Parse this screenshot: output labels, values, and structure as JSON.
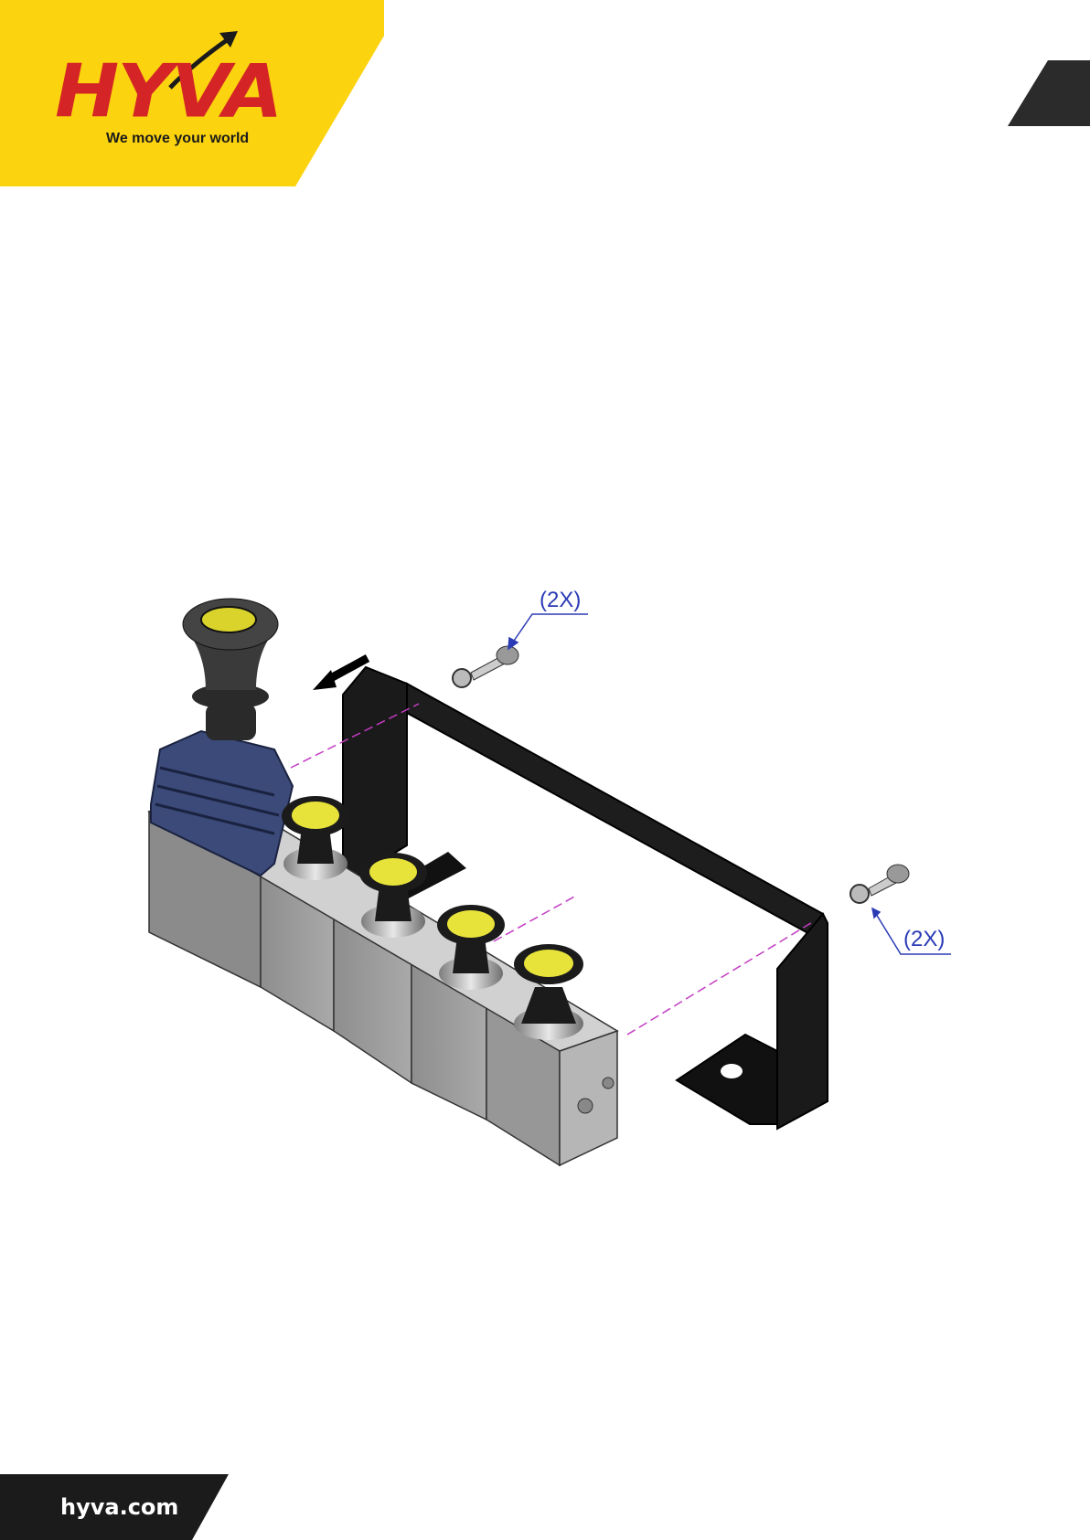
{
  "brand": {
    "name": "HYVA",
    "registered_mark": "®",
    "tagline": "We move your world",
    "colors": {
      "yellow": "#fcd30f",
      "red": "#d42426",
      "dark": "#1b1b1b"
    }
  },
  "figure": {
    "callouts": [
      {
        "text": "(2X)"
      },
      {
        "text": "(2X)"
      }
    ]
  },
  "footer": {
    "url": "hyva.com"
  },
  "icons": [
    "hyva-logo-arrow-icon",
    "direction-arrow-icon"
  ]
}
